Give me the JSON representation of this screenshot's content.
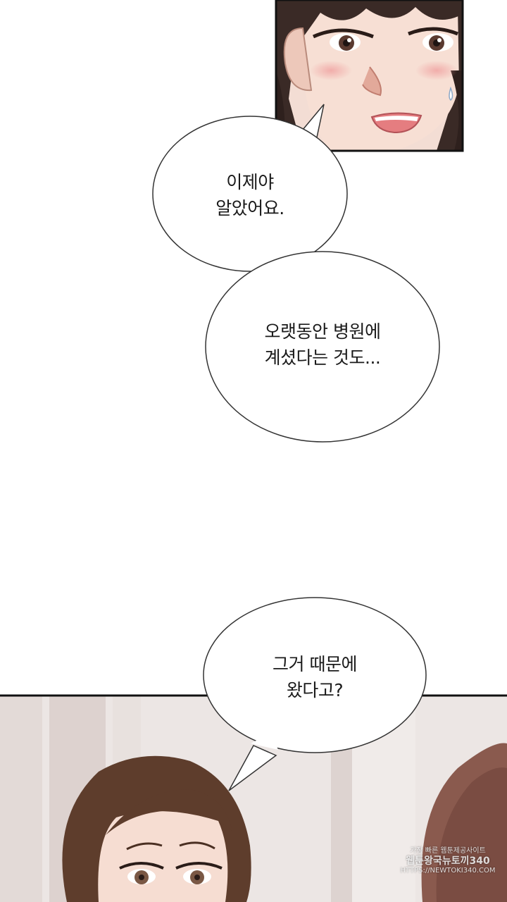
{
  "dialogue": {
    "bubble1": {
      "line1": "이제야",
      "line2": "알았어요."
    },
    "bubble2": {
      "line1": "오랫동안 병원에",
      "line2": "계셨다는 것도..."
    },
    "bubble3": {
      "line1": "그거 때문에",
      "line2": "왔다고?"
    }
  },
  "watermark": {
    "line1": "가장 빠른 웹툰제공사이트",
    "line2": "웹툰왕국뉴토끼340",
    "line3": "HTTPS://NEWTOKI340.COM"
  },
  "colors": {
    "background": "#ffffff",
    "panel_border": "#111111",
    "bubble_fill": "#ffffff",
    "bubble_stroke": "#333333",
    "hair": "#3a2a26",
    "brown_hair": "#5e3d2c",
    "skin": "#f6ddd2",
    "room_bg": "#ece6e4"
  }
}
